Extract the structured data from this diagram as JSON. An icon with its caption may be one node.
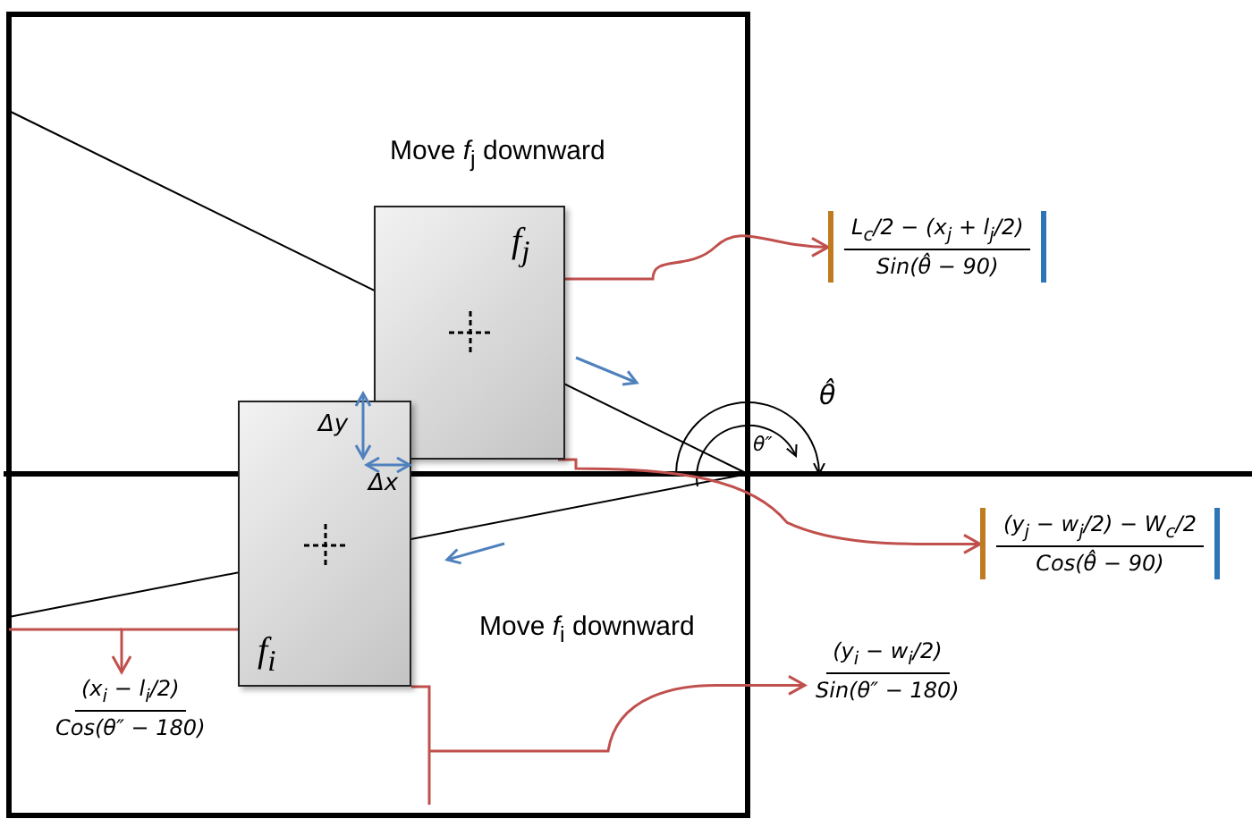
{
  "diagram": {
    "nodes": [
      {
        "text": [
          "f$_{j}$"
        ]
      },
      {
        "text": [
          "f$_{i}$"
        ]
      },
      {
        "text": [
          "L$_{c}$/2 − (x$_{j}$ + l$_{j}$/2)",
          "Sin(θ̂ − 90)"
        ]
      },
      {
        "text": [
          "(y$_{j}$ − w$_{j}$/2) − W$_{c}$/2",
          "Cos(θ̂ − 90)"
        ]
      },
      {
        "text": [
          "(y$_{i}$ − w$_{i}$/2)",
          "Sin(θ″ − 180)"
        ]
      },
      {
        "text": [
          "(x$_{i}$ − l$_{i}$/2)",
          "Cos(θ″ − 180)"
        ]
      }
    ],
    "edges": [
      {
        "from": 0,
        "to": 2,
        "arrow": "to"
      },
      {
        "from": 0,
        "to": 3,
        "arrow": "to"
      },
      {
        "from": 1,
        "to": 4,
        "arrow": "to"
      },
      {
        "from": 1,
        "to": 5,
        "arrow": "to"
      }
    ],
    "labels": [
      "Move *f*$_{j}$ downward",
      "θ̂",
      "Δy",
      "θ″",
      "Δx",
      "Move *f*$_{i}$ downward"
    ]
  }
}
